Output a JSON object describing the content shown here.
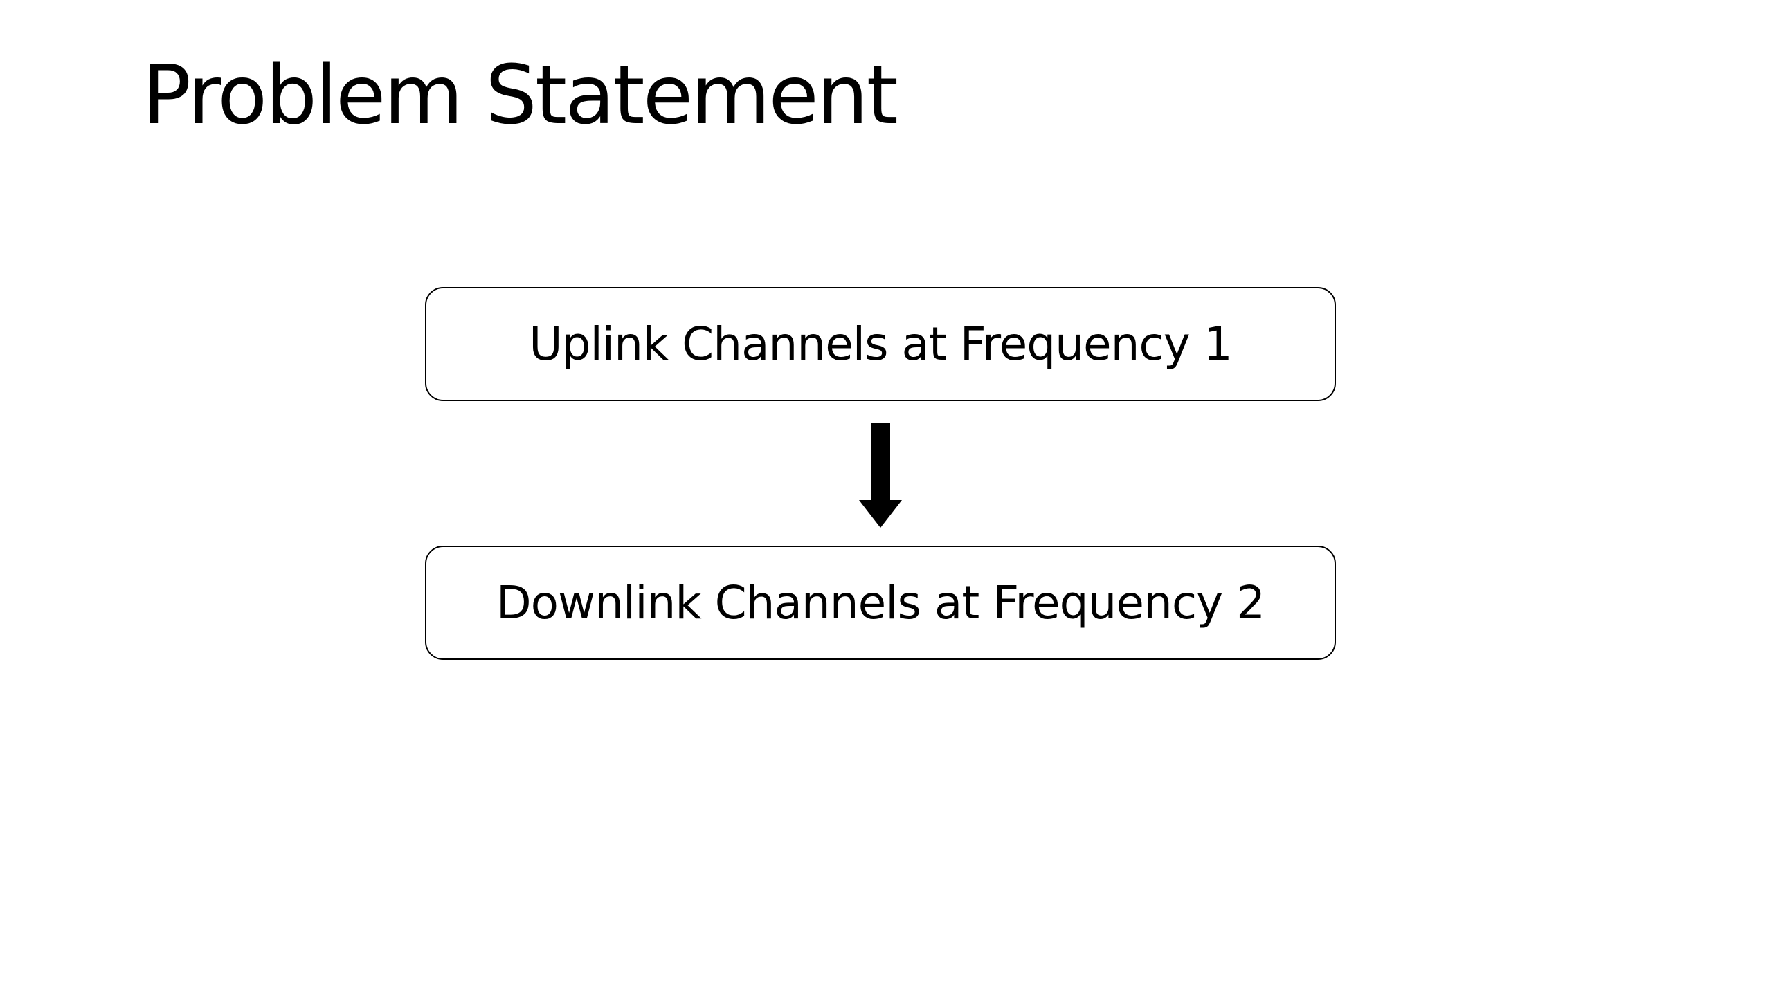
{
  "slide": {
    "title": "Problem Statement"
  },
  "diagram": {
    "nodes": [
      {
        "id": "uplink",
        "label": "Uplink Channels at Frequency 1"
      },
      {
        "id": "downlink",
        "label": "Downlink Channels at Frequency 2"
      }
    ],
    "edges": [
      {
        "from": "uplink",
        "to": "downlink",
        "direction": "down"
      }
    ],
    "colors": {
      "stroke": "#000000",
      "fill": "#ffffff",
      "text": "#000000"
    }
  }
}
